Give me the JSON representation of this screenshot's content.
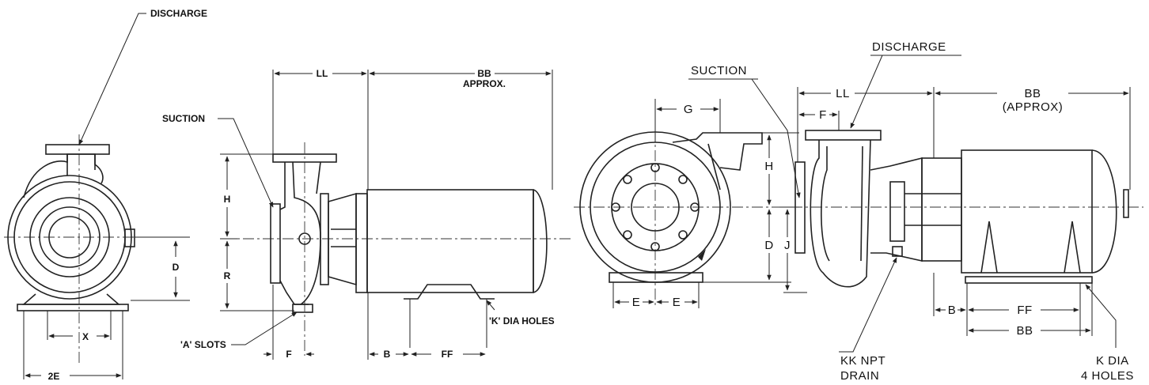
{
  "view1": {
    "discharge": "DISCHARGE",
    "x": "X",
    "d": "D",
    "two_e": "2E"
  },
  "view2": {
    "ll": "LL",
    "bb": "BB",
    "approx": "APPROX.",
    "suction": "SUCTION",
    "h": "H",
    "r": "R",
    "a_slots": "'A' SLOTS",
    "f": "F",
    "b": "B",
    "ff": "FF",
    "k_holes": "'K' DIA HOLES"
  },
  "view3": {
    "suction": "SUCTION",
    "discharge": "DISCHARGE",
    "g": "G",
    "ll": "LL",
    "bb": "BB",
    "approx": "(APPROX)",
    "f": "F",
    "h": "H",
    "d": "D",
    "j": "J",
    "e_left": "E",
    "e_right": "E",
    "b": "B",
    "ff": "FF",
    "bb_base": "BB",
    "kk_npt": "KK NPT",
    "drain": "DRAIN",
    "k_dia": "K DIA",
    "holes4": "4 HOLES"
  }
}
